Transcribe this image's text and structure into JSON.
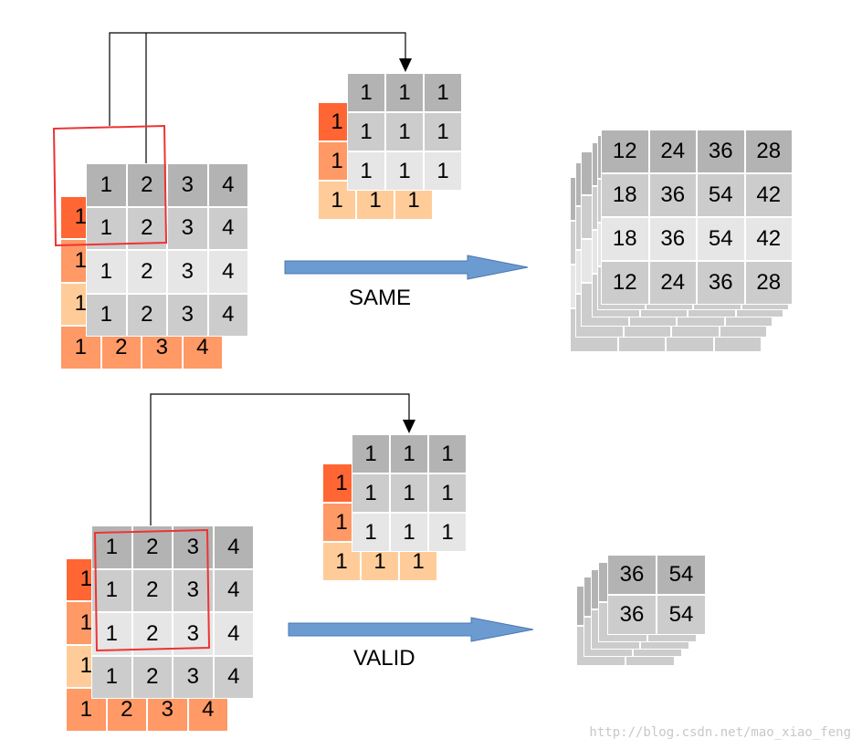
{
  "colors": {
    "gray_rows": [
      "#b3b3b3",
      "#cccccc",
      "#e6e6e6",
      "#cccccc"
    ],
    "orange_rows": [
      "#ff6633",
      "#ff9966",
      "#ffcc99",
      "#ff9966"
    ],
    "arrow": "#6c9bd2",
    "highlight": "#ee3333"
  },
  "same": {
    "label": "SAME",
    "input": [
      [
        1,
        2,
        3,
        4
      ],
      [
        1,
        2,
        3,
        4
      ],
      [
        1,
        2,
        3,
        4
      ],
      [
        1,
        2,
        3,
        4
      ]
    ],
    "input_back_col": [
      1,
      1,
      1,
      1
    ],
    "input_back_row": [
      1,
      2,
      3,
      4
    ],
    "kernel": [
      [
        1,
        1,
        1
      ],
      [
        1,
        1,
        1
      ],
      [
        1,
        1,
        1
      ]
    ],
    "kernel_back_col": [
      1,
      1,
      1
    ],
    "kernel_back_row": [
      1,
      1,
      1
    ],
    "output": [
      [
        12,
        24,
        36,
        28
      ],
      [
        18,
        36,
        54,
        42
      ],
      [
        18,
        36,
        54,
        42
      ],
      [
        12,
        24,
        36,
        28
      ]
    ]
  },
  "valid": {
    "label": "VALID",
    "input": [
      [
        1,
        2,
        3,
        4
      ],
      [
        1,
        2,
        3,
        4
      ],
      [
        1,
        2,
        3,
        4
      ],
      [
        1,
        2,
        3,
        4
      ]
    ],
    "input_back_col": [
      1,
      1,
      1,
      1
    ],
    "input_back_row": [
      1,
      2,
      3,
      4
    ],
    "kernel": [
      [
        1,
        1,
        1
      ],
      [
        1,
        1,
        1
      ],
      [
        1,
        1,
        1
      ]
    ],
    "kernel_back_col": [
      1,
      1,
      1
    ],
    "kernel_back_row": [
      1,
      1,
      1
    ],
    "output": [
      [
        36,
        54
      ],
      [
        36,
        54
      ]
    ]
  },
  "watermark": "http://blog.csdn.net/mao_xiao_feng"
}
